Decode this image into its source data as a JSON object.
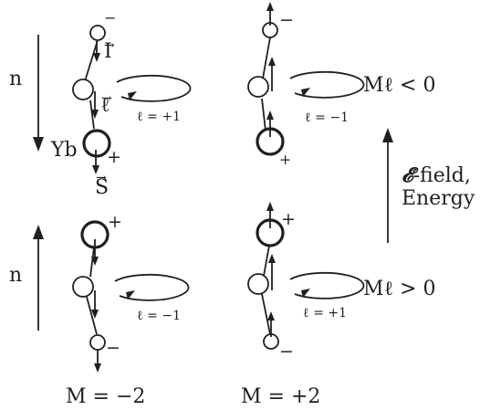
{
  "labels": {
    "n_top": "n",
    "n_bottom": "n",
    "I_vec": "I",
    "l_vec": "ℓ",
    "S_vec": "S",
    "yb": "Yb",
    "l_tl": "ℓ = +1",
    "l_tr": "ℓ = −1",
    "l_bl": "ℓ = −1",
    "l_br": "ℓ = +1",
    "ml_neg": "Mℓ < 0",
    "ml_pos": "Mℓ > 0",
    "efield_sym": "𝓔",
    "efield": "-field,",
    "energy": "Energy",
    "m_left": "M = −2",
    "m_right": "M = +2",
    "charge_plus": "+",
    "charge_minus": "−"
  }
}
